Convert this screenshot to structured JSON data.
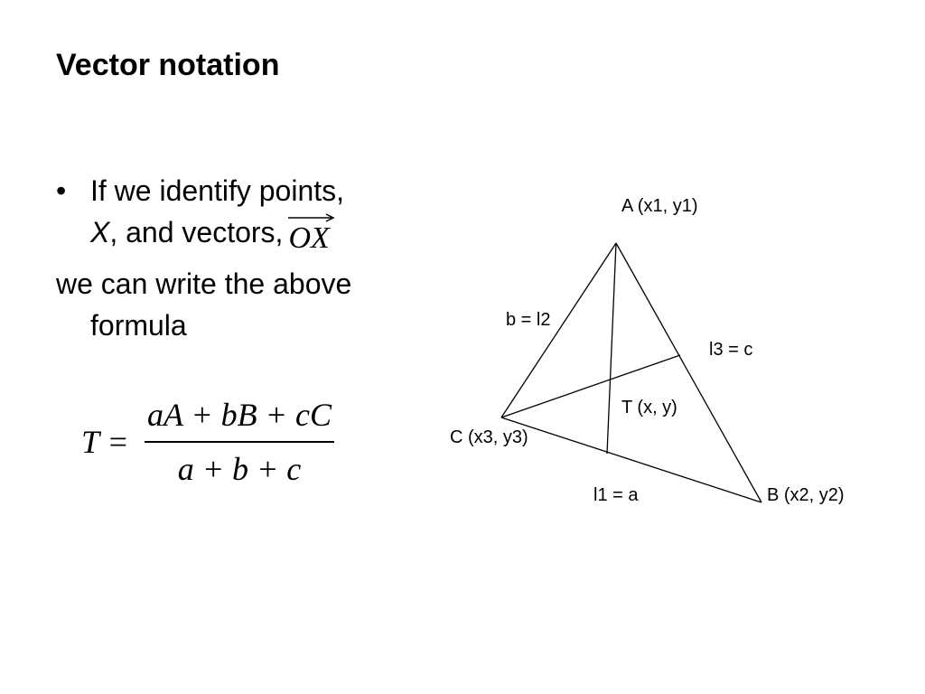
{
  "slide": {
    "title": "Vector notation",
    "bullet": {
      "marker": "•",
      "line1": "If we identify points,",
      "point_symbol": "X",
      "line2_mid": ", and vectors,",
      "vector_symbol": "OX"
    },
    "continuation": {
      "line1": "we can write the above",
      "line2": "formula"
    },
    "formula": {
      "lhs": "T =",
      "numerator": "aA + bB + cC",
      "denominator": "a + b + c"
    },
    "diagram": {
      "labels": {
        "vertex_a": "A (x1, y1)",
        "vertex_b": "B (x2, y2)",
        "vertex_c": "C (x3, y3)",
        "point_t": "T (x, y)",
        "side_b": "b = l2",
        "side_c": "l3 = c",
        "side_a": "l1 = a"
      }
    }
  }
}
